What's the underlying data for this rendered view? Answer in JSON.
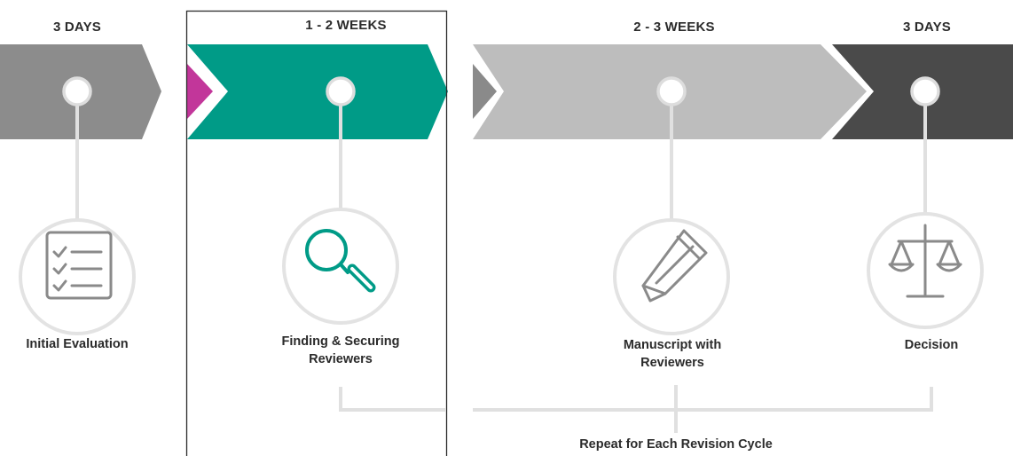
{
  "stages": [
    {
      "duration": "3 DAYS",
      "label": "Initial Evaluation",
      "icon": "checklist-icon",
      "color": "#8c8c8c"
    },
    {
      "duration": "1 - 2 WEEKS",
      "label_line1": "Finding & Securing",
      "label_line2": "Reviewers",
      "icon": "magnifier-icon",
      "color": "#009b87"
    },
    {
      "duration": "2 - 3 WEEKS",
      "label_line1": "Manuscript with",
      "label_line2": "Reviewers",
      "icon": "pencil-icon",
      "color": "#bdbdbd"
    },
    {
      "duration": "3 DAYS",
      "label": "Decision",
      "icon": "scales-icon",
      "color": "#4a4a4a"
    }
  ],
  "repeat_label": "Repeat for Each Revision Cycle",
  "colors": {
    "teal": "#009b87",
    "magenta": "#c2369a",
    "connector": "#e0e0e0",
    "icon": "#8a8a8a",
    "text": "#2b2b2b"
  }
}
